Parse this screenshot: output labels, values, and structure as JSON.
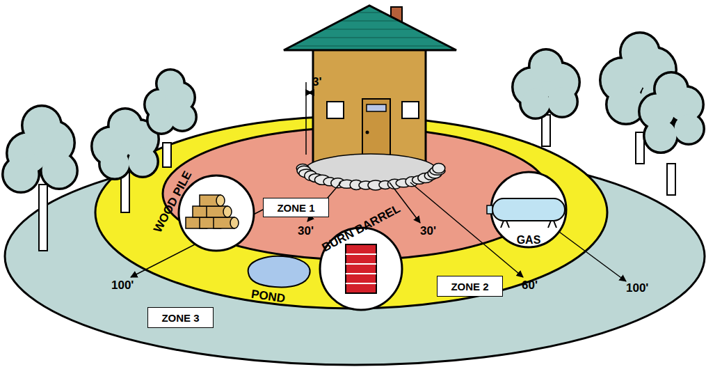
{
  "diagram": {
    "nodes": [
      {
        "text": [
          "WOOD PILE"
        ]
      },
      {
        "text": [
          "ZONE 1"
        ]
      },
      {
        "text": [
          "BURN BARREL"
        ]
      },
      {
        "text": [
          "GAS"
        ]
      },
      {
        "text": [
          "POND"
        ]
      },
      {
        "text": [
          "ZONE 2"
        ]
      },
      {
        "text": [
          "ZONE 3"
        ]
      }
    ],
    "labels": [
      "3'",
      "30'",
      "30'",
      "60'",
      "100'",
      "100'"
    ]
  }
}
